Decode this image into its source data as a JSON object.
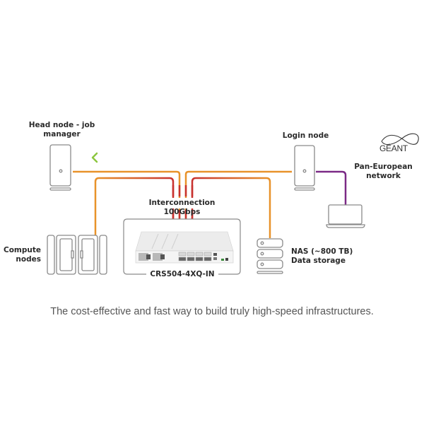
{
  "nodes": {
    "head_node": {
      "label_line1": "Head node - job",
      "label_line2": "manager"
    },
    "login_node": {
      "label": "Login node"
    },
    "network": {
      "label_line1": "Pan-European",
      "label_line2": "network",
      "logo_text": "GÉANT"
    },
    "compute_nodes": {
      "label_line1": "Compute",
      "label_line2": "nodes"
    },
    "nas": {
      "label_line1": "NAS (~800 TB)",
      "label_line2": "Data storage"
    },
    "switch": {
      "label": "CRS504-4XQ-IN"
    }
  },
  "interconnect": {
    "label": "Interconnection 100Gbps"
  },
  "caption": "The cost-effective and fast way to build truly high-speed infrastructures.",
  "colors": {
    "orange": "#e8922a",
    "red": "#c8322f",
    "green_start": "#7cc243",
    "green_end": "#1f8a4c",
    "blue": "#3fa6cf",
    "purple": "#7b2a86",
    "device_stroke": "#8a8a8a"
  }
}
